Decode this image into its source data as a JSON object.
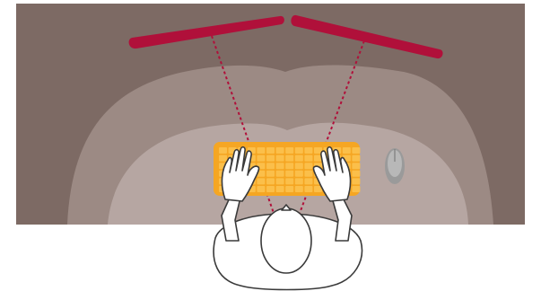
{
  "scene": {
    "desk_colors": {
      "outer": "#7d6a64",
      "middle": "#9c8a84",
      "inner": "#b6a6a2"
    },
    "monitor_color": "#b0103a",
    "sightline_color": "#b0103a",
    "keyboard_color": "#f5a623",
    "keyboard_key_color": "#fbbf4a",
    "mouse_color": "#9a9a9a",
    "person_fill": "#ffffff",
    "person_stroke": "#3a3a3a",
    "elements": [
      "dual-monitor",
      "keyboard",
      "mouse",
      "user-top-view",
      "sightlines"
    ]
  }
}
